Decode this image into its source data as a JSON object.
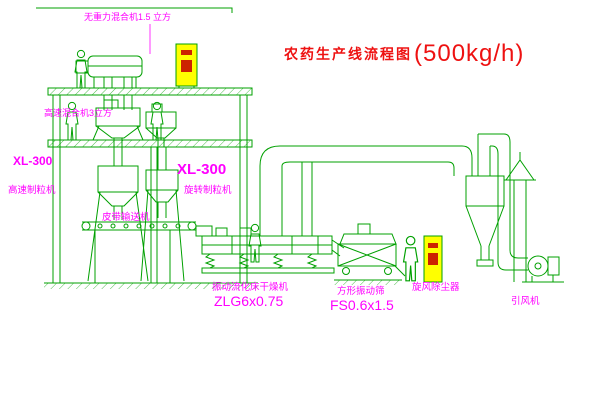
{
  "title": {
    "text": "农药生产线流程图",
    "capacity": "(500kg/h)"
  },
  "equipment_labels": {
    "top_mixer": "无重力混合机1.5 立方",
    "high_speed_mixer": "高速混合机3立方",
    "xl300_left_model": "XL-300",
    "granulator_left": "高速制粒机",
    "xl300_right_model": "XL-300",
    "granulator_right": "旋转制粒机",
    "belt_conveyor": "皮带输送机",
    "fluid_bed_dryer": "振动流化床干燥机",
    "dryer_model": "ZLG6x0.75",
    "vibrating_screen": "方形振动筛",
    "screen_model": "FS0.6x1.5",
    "dust_collector": "旋风除尘器",
    "induced_fan": "引风机"
  },
  "colors": {
    "line_green": "#00a000",
    "label_magenta": "#ff00ff",
    "title_red": "#ee1111",
    "panel_yellow": "#ffff00",
    "panel_mark_red": "#cc2200"
  }
}
